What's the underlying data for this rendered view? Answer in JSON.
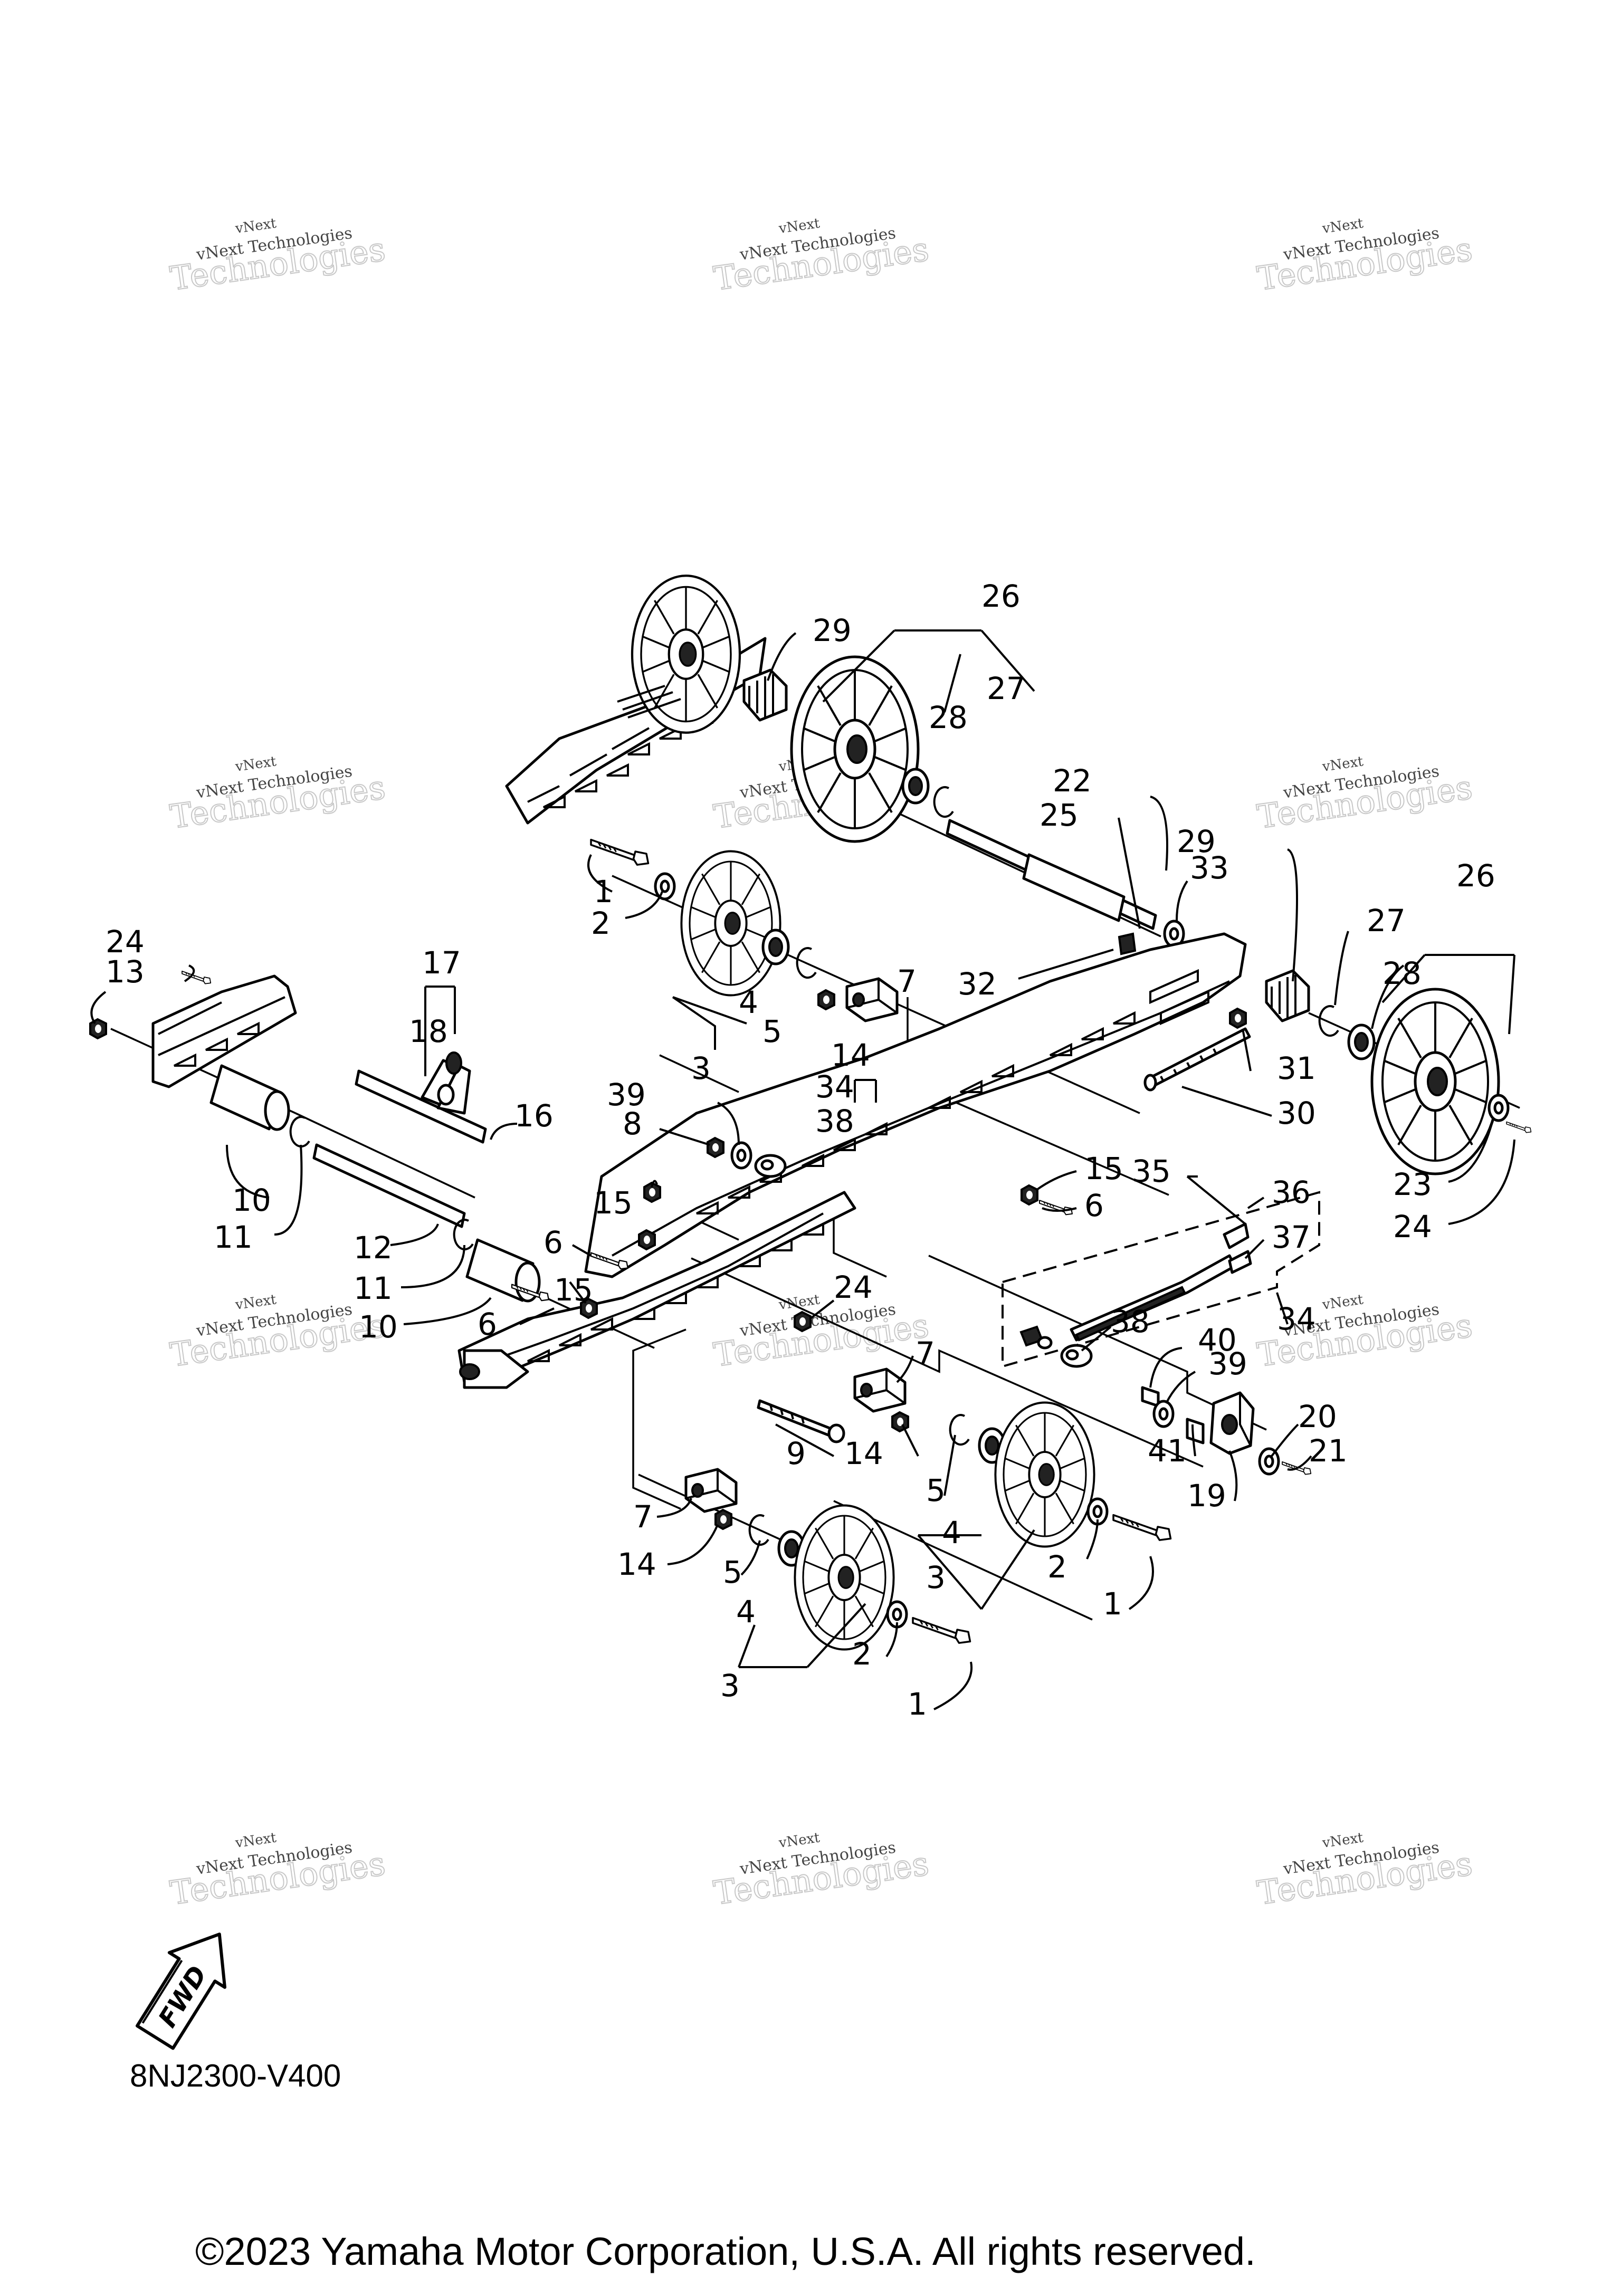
{
  "watermark": {
    "line1": "vNext Technologies",
    "line2": "vNext",
    "big": "Technologies"
  },
  "callouts": {
    "c1a": "1",
    "c1b": "1",
    "c1c": "1",
    "c2a": "2",
    "c2b": "2",
    "c2c": "2",
    "c3a": "3",
    "c3b": "3",
    "c3c": "3",
    "c4a": "4",
    "c4b": "4",
    "c4c": "4",
    "c5a": "5",
    "c5b": "5",
    "c5c": "5",
    "c6a": "6",
    "c6b": "6",
    "c6c": "6",
    "c7a": "7",
    "c7b": "7",
    "c7c": "7",
    "c8": "8",
    "c9": "9",
    "c10a": "10",
    "c10b": "10",
    "c11a": "11",
    "c11b": "11",
    "c12": "12",
    "c13": "13",
    "c14a": "14",
    "c14b": "14",
    "c14c": "14",
    "c15a": "15",
    "c15b": "15",
    "c15c": "15",
    "c16": "16",
    "c17": "17",
    "c18": "18",
    "c19": "19",
    "c20": "20",
    "c21": "21",
    "c22": "22",
    "c23": "23",
    "c24a": "24",
    "c24b": "24",
    "c24c": "24",
    "c25": "25",
    "c26a": "26",
    "c26b": "26",
    "c27a": "27",
    "c27b": "27",
    "c28a": "28",
    "c28b": "28",
    "c29a": "29",
    "c29b": "29",
    "c30": "30",
    "c31": "31",
    "c32": "32",
    "c33": "33",
    "c34a": "34",
    "c34b": "34",
    "c35": "35",
    "c36": "36",
    "c37": "37",
    "c38a": "38",
    "c38b": "38",
    "c39a": "39",
    "c39b": "39",
    "c40": "40",
    "c41": "41"
  },
  "fwd_label": "FWD",
  "diagram_code": "8NJ2300-V400",
  "copyright": "©2023 Yamaha Motor Corporation, U.S.A. All rights reserved."
}
